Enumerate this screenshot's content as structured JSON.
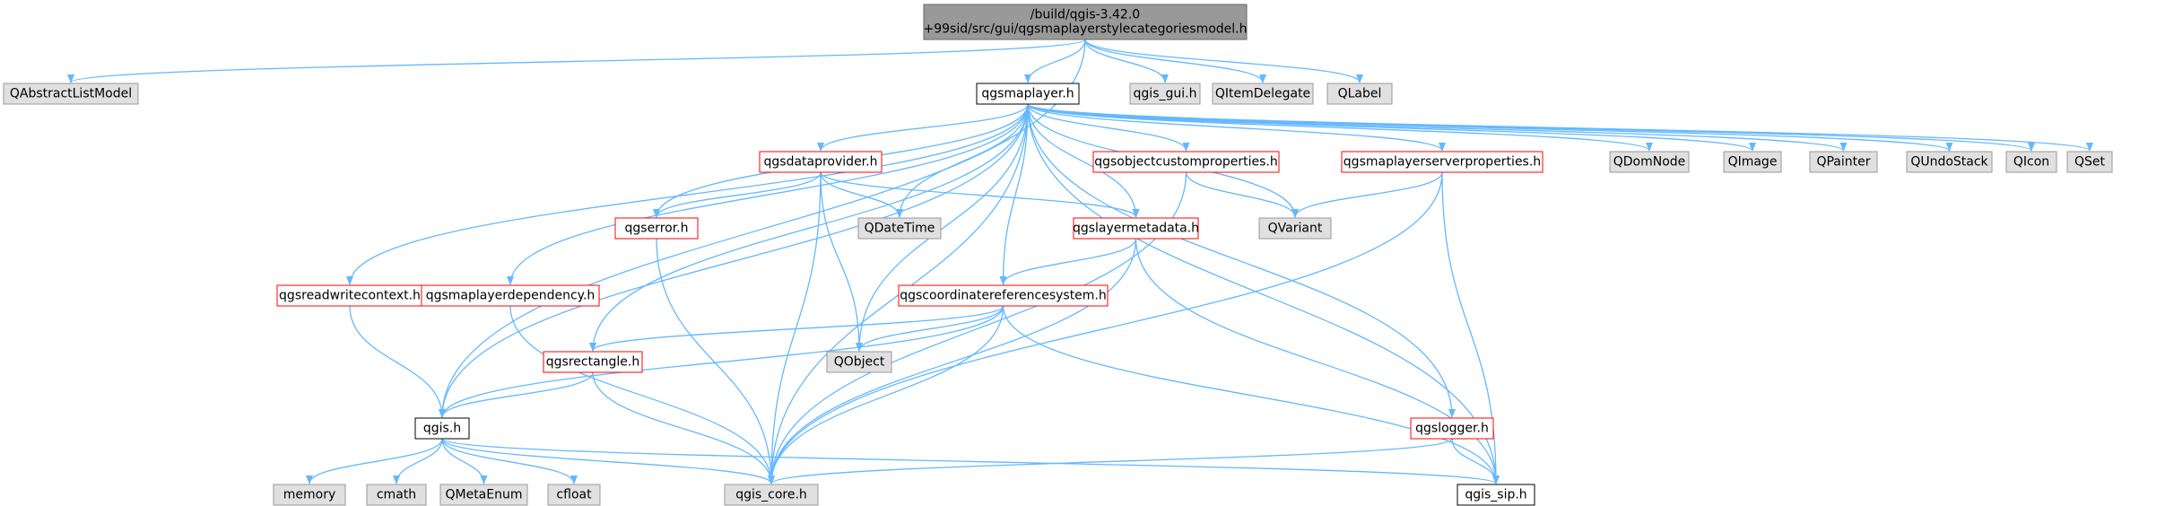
{
  "colors": {
    "edge": "#63b8ff",
    "root_fill": "#999999",
    "root_border": "#666666",
    "gray_fill": "#e0e0e0",
    "gray_border": "#999999",
    "doc_border": "#ff0000",
    "plain_border": "#000000",
    "white_fill": "#ffffff"
  },
  "nodes": [
    {
      "id": "root",
      "style": "root",
      "lines": [
        "/build/qgis-3.42.0",
        "+99sid/src/gui/qgsmaplayerstylecategoriesmodel.h"
      ]
    },
    {
      "id": "QAbstractListModel",
      "style": "gray",
      "lines": [
        "QAbstractListModel"
      ]
    },
    {
      "id": "qgsmaplayer",
      "style": "plain",
      "lines": [
        "qgsmaplayer.h"
      ]
    },
    {
      "id": "qgis_gui",
      "style": "gray",
      "lines": [
        "qgis_gui.h"
      ]
    },
    {
      "id": "QItemDelegate",
      "style": "gray",
      "lines": [
        "QItemDelegate"
      ]
    },
    {
      "id": "QLabel",
      "style": "gray",
      "lines": [
        "QLabel"
      ]
    },
    {
      "id": "qgsdataprovider",
      "style": "doc",
      "lines": [
        "qgsdataprovider.h"
      ]
    },
    {
      "id": "qgsobjectcustomproperties",
      "style": "doc",
      "lines": [
        "qgsobjectcustomproperties.h"
      ]
    },
    {
      "id": "qgsmaplayerserverproperties",
      "style": "doc",
      "lines": [
        "qgsmaplayerserverproperties.h"
      ]
    },
    {
      "id": "QDomNode",
      "style": "gray",
      "lines": [
        "QDomNode"
      ]
    },
    {
      "id": "QImage",
      "style": "gray",
      "lines": [
        "QImage"
      ]
    },
    {
      "id": "QPainter",
      "style": "gray",
      "lines": [
        "QPainter"
      ]
    },
    {
      "id": "QUndoStack",
      "style": "gray",
      "lines": [
        "QUndoStack"
      ]
    },
    {
      "id": "QIcon",
      "style": "gray",
      "lines": [
        "QIcon"
      ]
    },
    {
      "id": "QSet",
      "style": "gray",
      "lines": [
        "QSet"
      ]
    },
    {
      "id": "qgserror",
      "style": "doc",
      "lines": [
        "qgserror.h"
      ]
    },
    {
      "id": "QDateTime",
      "style": "gray",
      "lines": [
        "QDateTime"
      ]
    },
    {
      "id": "qgslayermetadata",
      "style": "doc",
      "lines": [
        "qgslayermetadata.h"
      ]
    },
    {
      "id": "QVariant",
      "style": "gray",
      "lines": [
        "QVariant"
      ]
    },
    {
      "id": "qgsreadwritecontext",
      "style": "doc",
      "lines": [
        "qgsreadwritecontext.h"
      ]
    },
    {
      "id": "qgsmaplayerdependency",
      "style": "doc",
      "lines": [
        "qgsmaplayerdependency.h"
      ]
    },
    {
      "id": "qgscoordinatereferencesystem",
      "style": "doc",
      "lines": [
        "qgscoordinatereferencesystem.h"
      ]
    },
    {
      "id": "qgsrectangle",
      "style": "doc",
      "lines": [
        "qgsrectangle.h"
      ]
    },
    {
      "id": "QObject",
      "style": "gray",
      "lines": [
        "QObject"
      ]
    },
    {
      "id": "qgis",
      "style": "plain",
      "lines": [
        "qgis.h"
      ]
    },
    {
      "id": "qgslogger",
      "style": "doc",
      "lines": [
        "qgslogger.h"
      ]
    },
    {
      "id": "memory",
      "style": "gray",
      "lines": [
        "memory"
      ]
    },
    {
      "id": "cmath",
      "style": "gray",
      "lines": [
        "cmath"
      ]
    },
    {
      "id": "QMetaEnum",
      "style": "gray",
      "lines": [
        "QMetaEnum"
      ]
    },
    {
      "id": "cfloat",
      "style": "gray",
      "lines": [
        "cfloat"
      ]
    },
    {
      "id": "qgis_core",
      "style": "gray",
      "lines": [
        "qgis_core.h"
      ]
    },
    {
      "id": "qgis_sip",
      "style": "plain",
      "lines": [
        "qgis_sip.h"
      ]
    }
  ],
  "edges": [
    [
      "root",
      "QAbstractListModel"
    ],
    [
      "root",
      "qgsmaplayer"
    ],
    [
      "root",
      "qgis_gui"
    ],
    [
      "root",
      "QItemDelegate"
    ],
    [
      "root",
      "QLabel"
    ],
    [
      "root",
      "qgis"
    ],
    [
      "qgsmaplayer",
      "qgsreadwritecontext"
    ],
    [
      "qgsmaplayer",
      "qgis"
    ],
    [
      "qgsmaplayer",
      "qgsmaplayerdependency"
    ],
    [
      "qgsmaplayer",
      "qgsrectangle"
    ],
    [
      "qgsmaplayer",
      "qgserror"
    ],
    [
      "qgsmaplayer",
      "qgis_core"
    ],
    [
      "qgsmaplayer",
      "qgsdataprovider"
    ],
    [
      "qgsmaplayer",
      "QDateTime"
    ],
    [
      "qgsmaplayer",
      "QObject"
    ],
    [
      "qgsmaplayer",
      "qgscoordinatereferencesystem"
    ],
    [
      "qgsmaplayer",
      "qgslayermetadata"
    ],
    [
      "qgsmaplayer",
      "qgsobjectcustomproperties"
    ],
    [
      "qgsmaplayer",
      "QVariant"
    ],
    [
      "qgsmaplayer",
      "qgsmaplayerserverproperties"
    ],
    [
      "qgsmaplayer",
      "qgslogger"
    ],
    [
      "qgsmaplayer",
      "QDomNode"
    ],
    [
      "qgsmaplayer",
      "QImage"
    ],
    [
      "qgsmaplayer",
      "QPainter"
    ],
    [
      "qgsmaplayer",
      "QUndoStack"
    ],
    [
      "qgsmaplayer",
      "QIcon"
    ],
    [
      "qgsmaplayer",
      "QSet"
    ],
    [
      "qgsmaplayer",
      "qgis_sip"
    ],
    [
      "qgsdataprovider",
      "qgserror"
    ],
    [
      "qgsdataprovider",
      "QDateTime"
    ],
    [
      "qgsdataprovider",
      "qgslayermetadata"
    ],
    [
      "qgsdataprovider",
      "QObject"
    ],
    [
      "qgsdataprovider",
      "qgis_core"
    ],
    [
      "qgsobjectcustomproperties",
      "QVariant"
    ],
    [
      "qgsobjectcustomproperties",
      "qgis_core"
    ],
    [
      "qgsmaplayerserverproperties",
      "QVariant"
    ],
    [
      "qgsmaplayerserverproperties",
      "qgis_core"
    ],
    [
      "qgsmaplayerserverproperties",
      "qgis_sip"
    ],
    [
      "qgserror",
      "qgis_core"
    ],
    [
      "qgslayermetadata",
      "qgscoordinatereferencesystem"
    ],
    [
      "qgslayermetadata",
      "qgis_core"
    ],
    [
      "qgslayermetadata",
      "qgis_sip"
    ],
    [
      "qgsreadwritecontext",
      "qgis"
    ],
    [
      "qgsmaplayerdependency",
      "qgis_core"
    ],
    [
      "qgscoordinatereferencesystem",
      "qgsrectangle"
    ],
    [
      "qgscoordinatereferencesystem",
      "QObject"
    ],
    [
      "qgscoordinatereferencesystem",
      "qgis"
    ],
    [
      "qgscoordinatereferencesystem",
      "qgis_core"
    ],
    [
      "qgscoordinatereferencesystem",
      "qgis_sip"
    ],
    [
      "qgsrectangle",
      "qgis"
    ],
    [
      "qgsrectangle",
      "qgis_core"
    ],
    [
      "qgis",
      "memory"
    ],
    [
      "qgis",
      "cmath"
    ],
    [
      "qgis",
      "QMetaEnum"
    ],
    [
      "qgis",
      "cfloat"
    ],
    [
      "qgis",
      "qgis_core"
    ],
    [
      "qgis",
      "qgis_sip"
    ],
    [
      "qgslogger",
      "qgis_core"
    ],
    [
      "qgslogger",
      "qgis_sip"
    ]
  ]
}
